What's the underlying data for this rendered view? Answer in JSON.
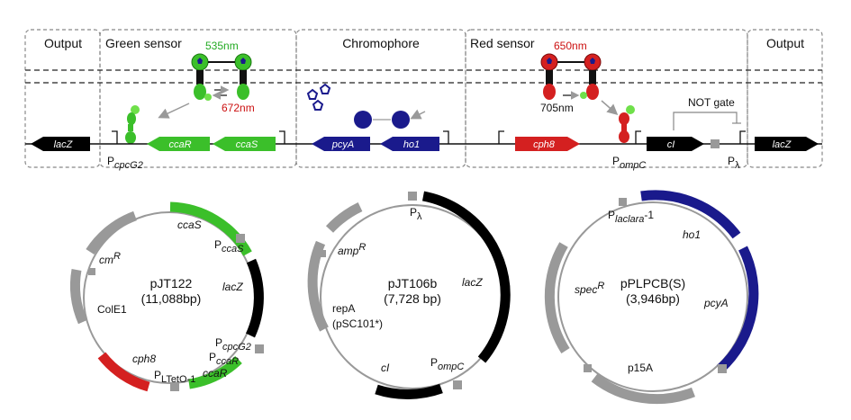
{
  "sections": {
    "output_left": "Output",
    "green_sensor": "Green sensor",
    "chromophore": "Chromophore",
    "red_sensor": "Red sensor",
    "output_right": "Output"
  },
  "wavelengths": {
    "green_on": "535nm",
    "green_off": "672nm",
    "red_on": "650nm",
    "red_off": "705nm"
  },
  "not_gate": "NOT gate",
  "genes": {
    "lacz_left": "lacZ",
    "ccaR": "ccaR",
    "ccaS": "ccaS",
    "pcyA": "pcyA",
    "ho1": "ho1",
    "cph8": "cph8",
    "cI": "cI",
    "lacz_right": "lacZ"
  },
  "promoters": {
    "pcpcG2": {
      "p": "P",
      "sub": "cpcG2"
    },
    "pompC": {
      "p": "P",
      "sub": "ompC"
    },
    "plambda": {
      "p": "P",
      "sub": "λ"
    }
  },
  "colors": {
    "green": "#3bbf2a",
    "red": "#d42020",
    "blue": "#1a1a8c",
    "black": "#000000",
    "gray": "#999999",
    "wl_green": "#22aa22",
    "wl_red": "#cc1111"
  },
  "plasmids": [
    {
      "name": "pJT122",
      "size": "(11,088bp)",
      "labels": {
        "ccaS": "ccaS",
        "pccaS_p": "P",
        "pccaS_sub": "ccaS",
        "lacZ": "lacZ",
        "cmR_base": "cm",
        "cmR_sup": "R",
        "colE1": "ColE1",
        "cph8": "cph8",
        "pcpcG2_p": "P",
        "pcpcG2_sub": "cpcG2",
        "pccaR_p": "P",
        "pccaR_sub": "ccaR",
        "ccaR": "ccaR",
        "pltet_p": "P",
        "pltet_sub": "LTetO-1"
      }
    },
    {
      "name": "pJT106b",
      "size": "(7,728 bp)",
      "labels": {
        "plambda_p": "P",
        "plambda_sub": "λ",
        "ampR_base": "amp",
        "ampR_sup": "R",
        "lacZ": "lacZ",
        "repA": "repA",
        "psc101": "(pSC101*)",
        "cI": "cI",
        "pompC_p": "P",
        "pompC_sub": "ompC"
      }
    },
    {
      "name": "pPLPCB(S)",
      "size": "(3,946bp)",
      "labels": {
        "placlara_p": "P",
        "placlara_sub": "laclara",
        "placlara_suffix": "-1",
        "ho1": "ho1",
        "specR_base": "spec",
        "specR_sup": "R",
        "pcyA": "pcyA",
        "p15A": "p15A"
      }
    }
  ]
}
